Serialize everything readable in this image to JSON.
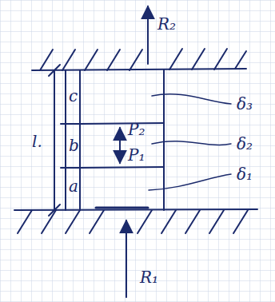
{
  "diagram": {
    "labels": [
      "R₂",
      "l.",
      "c",
      "b",
      "a",
      "P₂",
      "P₁",
      "δ₃",
      "δ₂",
      "δ₁",
      "R₁"
    ]
  }
}
